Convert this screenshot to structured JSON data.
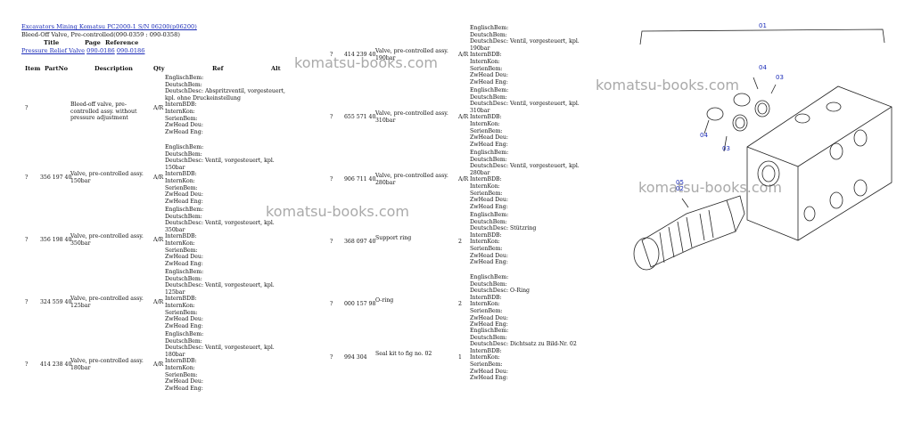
{
  "header": {
    "breadcrumb": "Excavators Mining Komatsu PC2000-1 S/N 06200(p06200)",
    "subtitle": "Bleed-Off Valve, Pre-controlled(090-0359 : 090-0358)",
    "cols": {
      "title": "Title",
      "page": "Page",
      "reference": "Reference"
    },
    "ref_link": "Pressure Relief Valve",
    "ref_page": "090-0186",
    "ref_ref": "090-0186"
  },
  "table_headers": {
    "item": "Item",
    "partno": "PartNo",
    "description": "Description",
    "qty": "Qty",
    "ref": "Ref",
    "alt": "Alt"
  },
  "left_parts": [
    {
      "item": "?",
      "partno": "",
      "desc": "Bleed-off valve, pre-controlled assy. without pressure adjustment",
      "ar": "A/R",
      "refs": [
        "EnglischBem:",
        "DeutschBem:",
        "DeutschDesc: Abspritzventil, vorgesteuert, kpl. ohne Druckeinstellung",
        "InternBDB:",
        "InternKon:",
        "SerienBem:",
        "ZwHead Deu:",
        "ZwHead Eng:"
      ]
    },
    {
      "item": "?",
      "partno": "356 197 40",
      "desc": "Valve, pre-controlled assy. 150bar",
      "ar": "A/R",
      "refs": [
        "EnglischBem:",
        "DeutschBem:",
        "DeutschDesc: Ventil, vorgesteuert, kpl. 150bar",
        "InternBDB:",
        "InternKon:",
        "SerienBem:",
        "ZwHead Deu:",
        "ZwHead Eng:"
      ]
    },
    {
      "item": "?",
      "partno": "356 198 40",
      "desc": "Valve, pre-controlled assy. 350bar",
      "ar": "A/R",
      "refs": [
        "EnglischBem:",
        "DeutschBem:",
        "DeutschDesc: Ventil, vorgesteuert, kpl. 350bar",
        "InternBDB:",
        "InternKon:",
        "SerienBem:",
        "ZwHead Deu:",
        "ZwHead Eng:"
      ]
    },
    {
      "item": "?",
      "partno": "324 559 40",
      "desc": "Valve, pre-controlled assy. 125bar",
      "ar": "A/R",
      "refs": [
        "EnglischBem:",
        "DeutschBem:",
        "DeutschDesc: Ventil, vorgesteuert, kpl. 125bar",
        "InternBDB:",
        "InternKon:",
        "SerienBem:",
        "ZwHead Deu:",
        "ZwHead Eng:"
      ]
    },
    {
      "item": "?",
      "partno": "414 238 40",
      "desc": "Valve, pre-controlled assy. 180bar",
      "ar": "A/R",
      "refs": [
        "EnglischBem:",
        "DeutschBem:",
        "DeutschDesc: Ventil, vorgesteuert, kpl. 180bar",
        "InternBDB:",
        "InternKon:",
        "SerienBem:",
        "ZwHead Deu:",
        "ZwHead Eng:"
      ]
    }
  ],
  "right_parts": [
    {
      "item": "?",
      "partno": "414 239 40",
      "desc": "Valve, pre-controlled assy. 190bar",
      "qty": "A/R",
      "refs": [
        "EnglischBem:",
        "DeutschBem:",
        "DeutschDesc: Ventil, vorgesteuert, kpl. 190bar",
        "InternBDB:",
        "InternKon:",
        "SerienBem:",
        "ZwHead Deu:",
        "ZwHead Eng:"
      ]
    },
    {
      "item": "?",
      "partno": "655 571 40",
      "desc": "Valve, pre-controlled assy. 310bar",
      "qty": "A/R",
      "refs": [
        "EnglischBem:",
        "DeutschBem:",
        "DeutschDesc: Ventil, vorgesteuert, kpl. 310bar",
        "InternBDB:",
        "InternKon:",
        "SerienBem:",
        "ZwHead Deu:",
        "ZwHead Eng:"
      ]
    },
    {
      "item": "?",
      "partno": "906 711 40",
      "desc": "Valve, pre-controlled assy. 280bar",
      "qty": "A/R",
      "refs": [
        "EnglischBem:",
        "DeutschBem:",
        "DeutschDesc: Ventil, vorgesteuert, kpl. 280bar",
        "InternBDB:",
        "InternKon:",
        "SerienBem:",
        "ZwHead Deu:",
        "ZwHead Eng:"
      ]
    },
    {
      "item": "?",
      "partno": "368 097 40",
      "desc": "Support ring",
      "qty": "2",
      "refs": [
        "EnglischBem:",
        "DeutschBem:",
        "DeutschDesc: Stützring",
        "InternBDB:",
        "InternKon:",
        "SerienBem:",
        "ZwHead Deu:",
        "ZwHead Eng:"
      ]
    },
    {
      "item": "?",
      "partno": "000 157 98",
      "desc": "O-ring",
      "qty": "2",
      "refs": [
        "EnglischBem:",
        "DeutschBem:",
        "DeutschDesc: O-Ring",
        "InternBDB:",
        "InternKon:",
        "SerienBem:",
        "ZwHead Deu:",
        "ZwHead Eng:"
      ]
    },
    {
      "item": "?",
      "partno": "994 304",
      "desc": "Seal kit to fig no. 02",
      "qty": "1",
      "refs": [
        "EnglischBem:",
        "DeutschBem:",
        "DeutschDesc: Dichtsatz zu Bild-Nr. 02",
        "InternBDB:",
        "InternKon:",
        "SerienBem:",
        "ZwHead Deu:",
        "ZwHead Eng:"
      ]
    }
  ],
  "watermark": "komatsu-books.com",
  "callouts": {
    "c01": "01",
    "c02": "02",
    "c03a": "03",
    "c03b": "03",
    "c04a": "04",
    "c04b": "04",
    "c05": "05"
  }
}
